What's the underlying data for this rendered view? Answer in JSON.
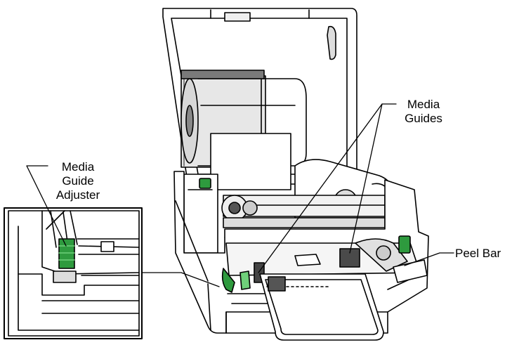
{
  "labels": {
    "media_guide_adjuster": [
      "Media",
      "Guide",
      "Adjuster"
    ],
    "media_guides": [
      "Media",
      "Guides"
    ],
    "peel_bar": "Peel Bar"
  },
  "colors": {
    "line": "#000000",
    "green_part": "#2e9a3e",
    "green_light": "#6fd07a",
    "gray_shade": "#cfcfcf",
    "dark_shade": "#4a4a4a"
  }
}
